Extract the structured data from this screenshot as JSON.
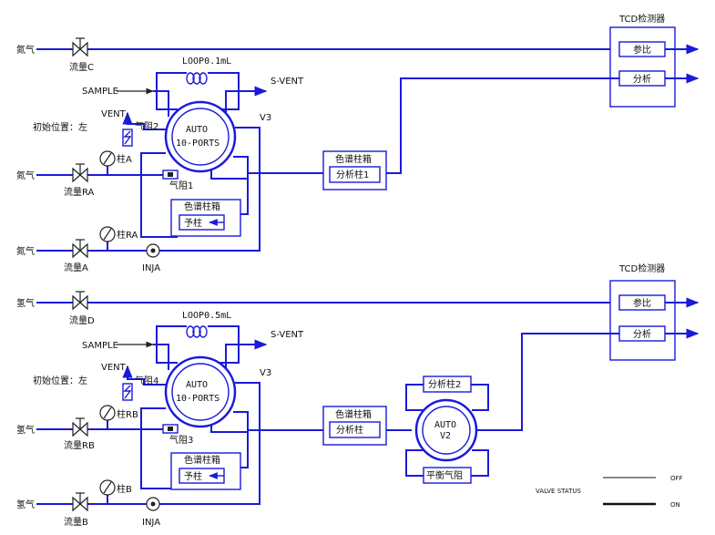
{
  "top": {
    "gas_carrier_c": "氮气",
    "flow_c": "流量C",
    "loop": "LOOP0.1mL",
    "sample": "SAMPLE",
    "svent": "S-VENT",
    "vent": "VENT",
    "resist_2": "气阻2",
    "valve_l1": "AUTO",
    "valve_l2": "10-PORTS",
    "v3": "V3",
    "init_pos": "初始位置：左",
    "gas_ra": "氮气",
    "col_a": "柱A",
    "flow_ra": "流量RA",
    "resist_1": "气阻1",
    "oven_small": "色谱柱箱",
    "pre_col": "予柱",
    "gas_a": "氮气",
    "col_ra": "柱RA",
    "flow_a": "流量A",
    "inja": "INJA",
    "oven_main": "色谱柱箱",
    "anal_col": "分析柱1",
    "tcd": "TCD检测器",
    "ref": "参比",
    "anal": "分析"
  },
  "bottom": {
    "gas_carrier_d": "氢气",
    "flow_d": "流量D",
    "loop": "LOOP0.5mL",
    "sample": "SAMPLE",
    "svent": "S-VENT",
    "vent": "VENT",
    "resist_4": "气阻4",
    "valve_l1": "AUTO",
    "valve_l2": "10-PORTS",
    "v3": "V3",
    "init_pos": "初始位置：左",
    "gas_rb": "氢气",
    "col_rb": "柱RB",
    "flow_rb": "流量RB",
    "resist_3": "气阻3",
    "oven_small": "色谱柱箱",
    "pre_col": "予柱",
    "gas_b": "氢气",
    "col_b": "柱B",
    "flow_b": "流量B",
    "inja": "INJA",
    "oven_main": "色谱柱箱",
    "anal_col": "分析柱",
    "anal_col2": "分析柱2",
    "v2_l1": "AUTO",
    "v2_l2": "V2",
    "balance": "平衡气阻",
    "tcd": "TCD检测器",
    "ref": "参比",
    "anal": "分析"
  },
  "legend": {
    "title": "VALVE STATUS",
    "off": "OFF",
    "on": "ON"
  }
}
